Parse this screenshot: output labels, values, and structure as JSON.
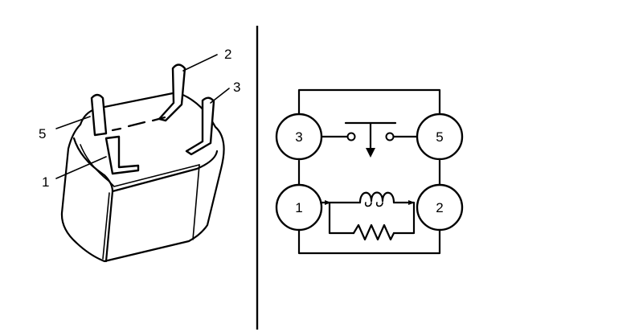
{
  "relay_drawing": {
    "callouts": [
      {
        "id": "pin-2",
        "label": "2"
      },
      {
        "id": "pin-3",
        "label": "3"
      },
      {
        "id": "pin-5",
        "label": "5"
      },
      {
        "id": "pin-1",
        "label": "1"
      }
    ]
  },
  "schematic": {
    "terminals": [
      {
        "id": "t3",
        "label": "3"
      },
      {
        "id": "t5",
        "label": "5"
      },
      {
        "id": "t1",
        "label": "1"
      },
      {
        "id": "t2",
        "label": "2"
      }
    ],
    "components": [
      "switch-contact",
      "coil",
      "resistor"
    ]
  }
}
